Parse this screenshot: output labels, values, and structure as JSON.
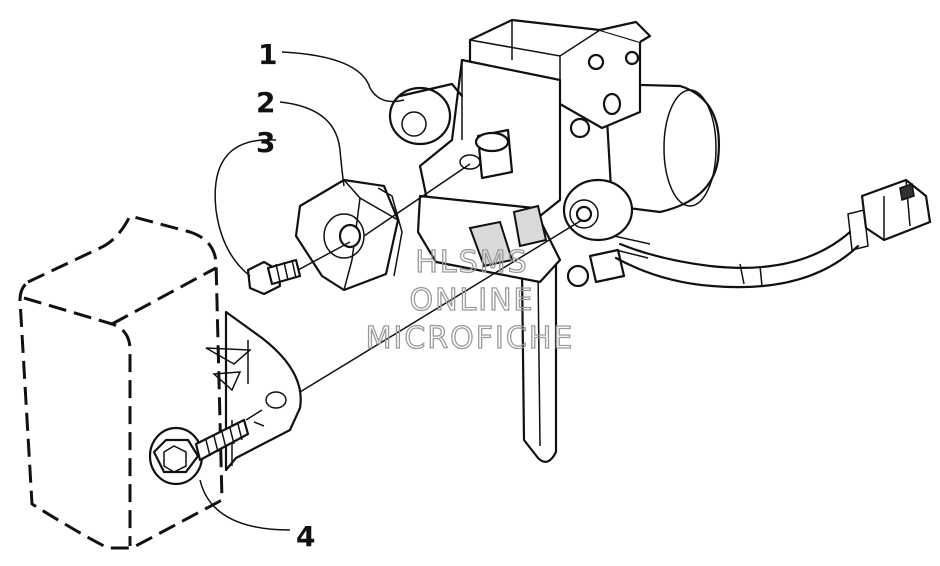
{
  "callouts": {
    "c1": "1",
    "c2": "2",
    "c3": "3",
    "c4": "4"
  },
  "watermark": {
    "line1": "HLSMS",
    "line2": "ONLINE",
    "line3": "MICROFICHE"
  }
}
